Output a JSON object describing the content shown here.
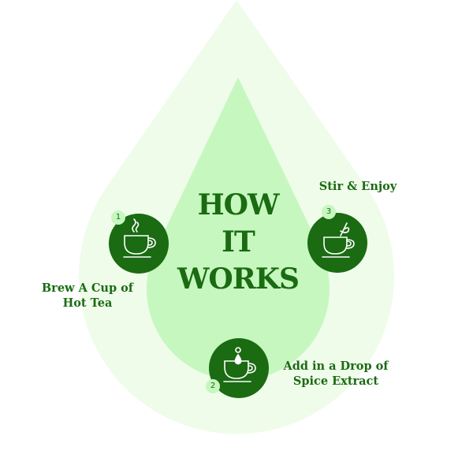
{
  "title": {
    "line1": "HOW",
    "line2": "IT",
    "line3": "WORKS"
  },
  "steps": [
    {
      "number": "1",
      "label_line1": "Brew A Cup of",
      "label_line2": "Hot Tea",
      "icon": "steaming-cup-icon"
    },
    {
      "number": "2",
      "label_line1": "Add in a Drop of",
      "label_line2": "Spice Extract",
      "icon": "cup-with-drop-icon"
    },
    {
      "number": "3",
      "label_line1": "Stir & Enjoy",
      "icon": "cup-with-stirrer-icon"
    }
  ],
  "colors": {
    "outer_drop": "#effcea",
    "inner_drop": "#c6f7bf",
    "dark_green": "#1a6b12",
    "badge": "#c6f7bf"
  }
}
